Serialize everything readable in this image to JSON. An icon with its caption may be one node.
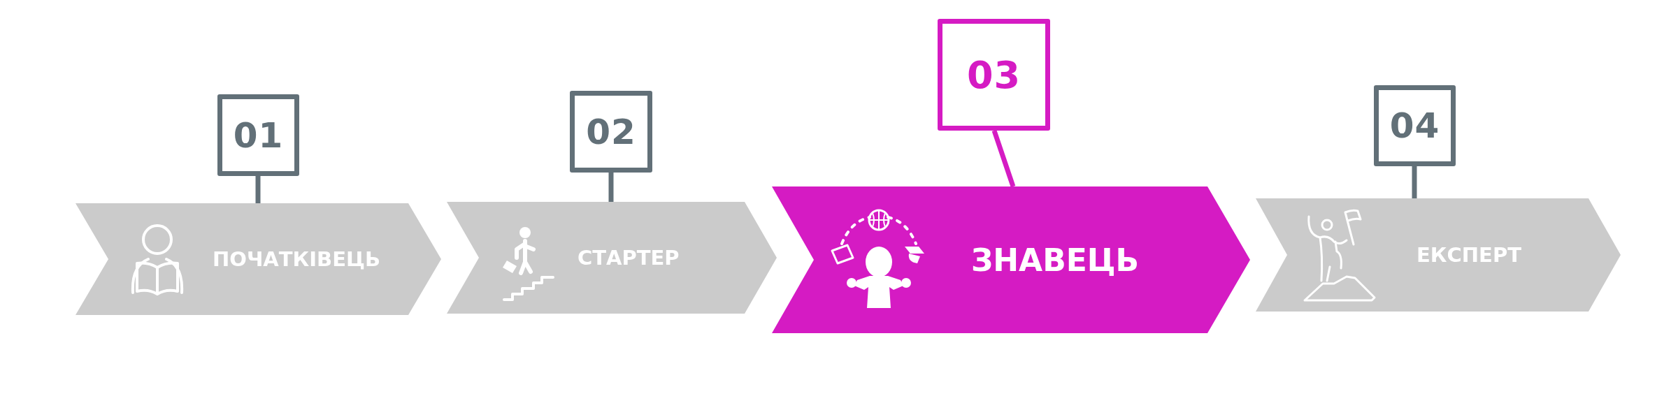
{
  "diagram": {
    "nodes": [
      {
        "text": [
          "01"
        ]
      },
      {
        "text": [
          "02"
        ]
      },
      {
        "text": [
          "03"
        ]
      },
      {
        "text": [
          "04"
        ]
      },
      {
        "text": [
          "ПОЧАТКІВЕЦЬ"
        ]
      },
      {
        "text": [
          "СТАРТЕР"
        ]
      },
      {
        "text": [
          "ЗНАВЕЦЬ"
        ]
      },
      {
        "text": [
          "ЕКСПЕРТ"
        ]
      }
    ],
    "edges": [
      {
        "from": 0,
        "to": 4,
        "arrow": "none"
      },
      {
        "from": 1,
        "to": 5,
        "arrow": "none"
      },
      {
        "from": 2,
        "to": 6,
        "arrow": "none",
        "color": "#d51bc3"
      },
      {
        "from": 3,
        "to": 7,
        "arrow": "none"
      }
    ]
  }
}
